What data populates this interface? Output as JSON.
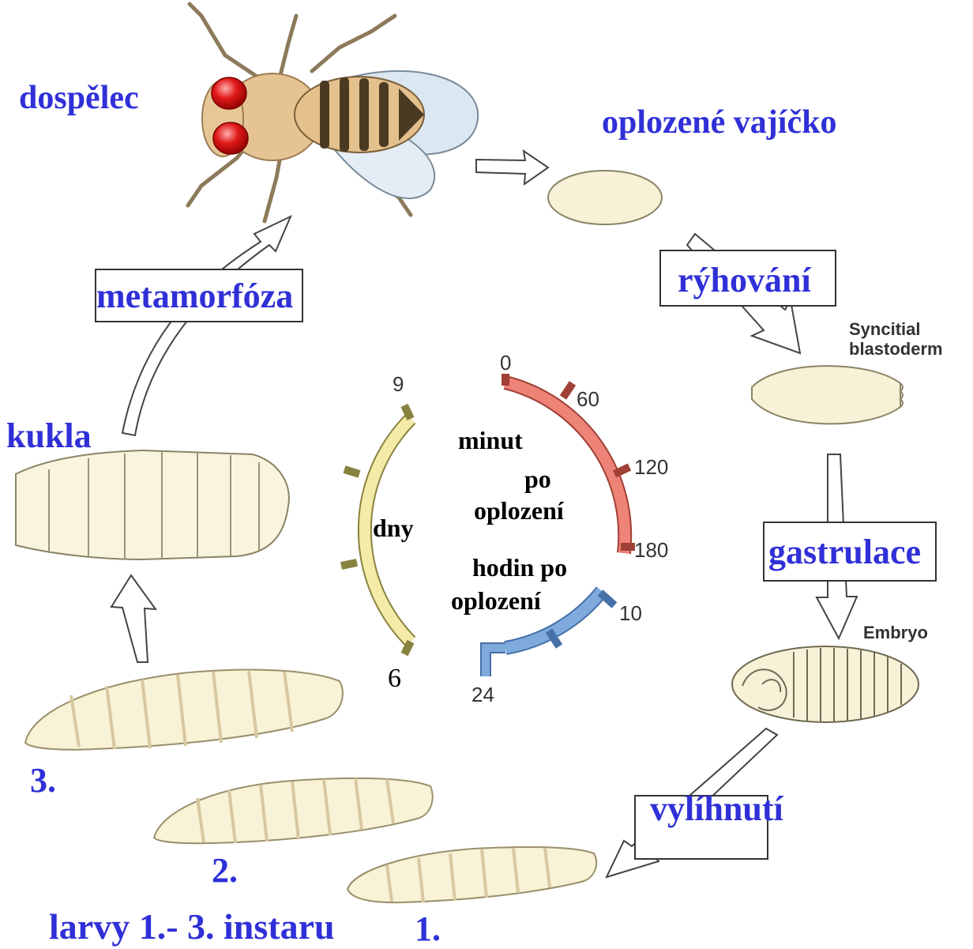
{
  "colors": {
    "label_blue": "#3030d8",
    "minutes_arc": "#ee8478",
    "hours_arc": "#7eaadc",
    "days_arc": "#f5eba8",
    "body_cream": "#f6f1d8"
  },
  "stages": {
    "adult": "dospělec",
    "egg": "oplozené vajíčko",
    "pupa": "kukla",
    "larvae": "larvy 1.- 3. instaru",
    "larva1": "1.",
    "larva2": "2.",
    "larva3": "3.",
    "syncitial_blastoderm": "Syncitial\nblastoderm",
    "embryo": "Embryo"
  },
  "processes": {
    "cleavage": "rýhování",
    "gastrulation": "gastrulace",
    "hatching": "vylíhnutí",
    "metamorphosis": "metamorfóza"
  },
  "timeline": {
    "minutes_label": [
      "minut",
      "po",
      "oplození"
    ],
    "hours_label": [
      "hodin po",
      "oplození"
    ],
    "days_label": "dny",
    "minute_ticks": [
      "0",
      "60",
      "120",
      "180"
    ],
    "hour_ticks": [
      "10",
      "24"
    ],
    "day_ticks": [
      "9",
      "6"
    ]
  }
}
